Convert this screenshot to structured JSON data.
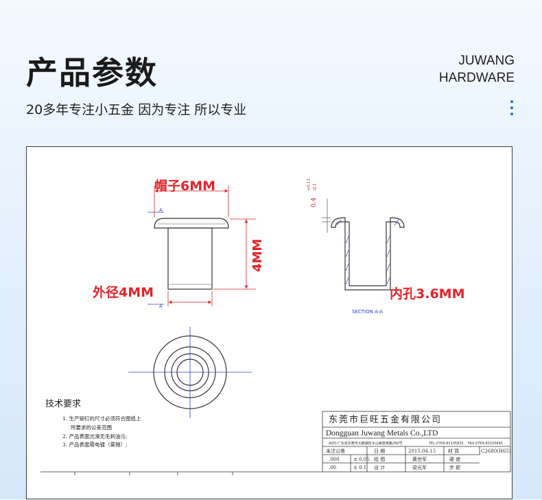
{
  "header": {
    "title": "产品参数",
    "subtitle": "20多年专注小五金 因为专注 所以专业",
    "brand_line1": "JUWANG",
    "brand_line2": "HARDWARE"
  },
  "drawing": {
    "cap_label": "帽子6MM",
    "height_label": "4MM",
    "outer_label": "外径4MM",
    "inner_label": "内孔3.6MM",
    "section_label": "SECTION A-A",
    "section_a_top": "A",
    "section_a_bottom": "A",
    "tolerance": "0.4",
    "tol_plus": "+0.15",
    "tol_minus": "-0.1"
  },
  "tech": {
    "heading": "技术要求",
    "items": [
      "1. 生产铆钉的尺寸必须符合图纸上",
      "所要求的公差范围",
      "2. 产品表面光滑无毛刺油污;",
      "3. 产品表面需电镀（雾锡）;"
    ]
  },
  "titleblock": {
    "company_cn": "东莞市巨旺五金有限公司",
    "company_en": "Dongguan Juwang Metals Co.,LTD",
    "address": "ADD:广东省东莞市大朗镇松木山美景西路266号",
    "tel": "TEL:0769-83105835",
    "fax": "FAX:0769-83105845",
    "row1": [
      "未注公差",
      "日 期",
      "2015.04.15",
      "材 质",
      "C2680(H65)"
    ],
    "row2": [
      ".000",
      "± 0.05",
      "绘 图",
      "黄世军",
      "硬 度"
    ],
    "row3": [
      ".00",
      "± 0.1",
      "设 计",
      "梁光军",
      "步 距"
    ]
  },
  "colors": {
    "accent": "#1e6fd6",
    "dimension_red": "#e4242b",
    "line_blue": "#2b3ec8"
  }
}
